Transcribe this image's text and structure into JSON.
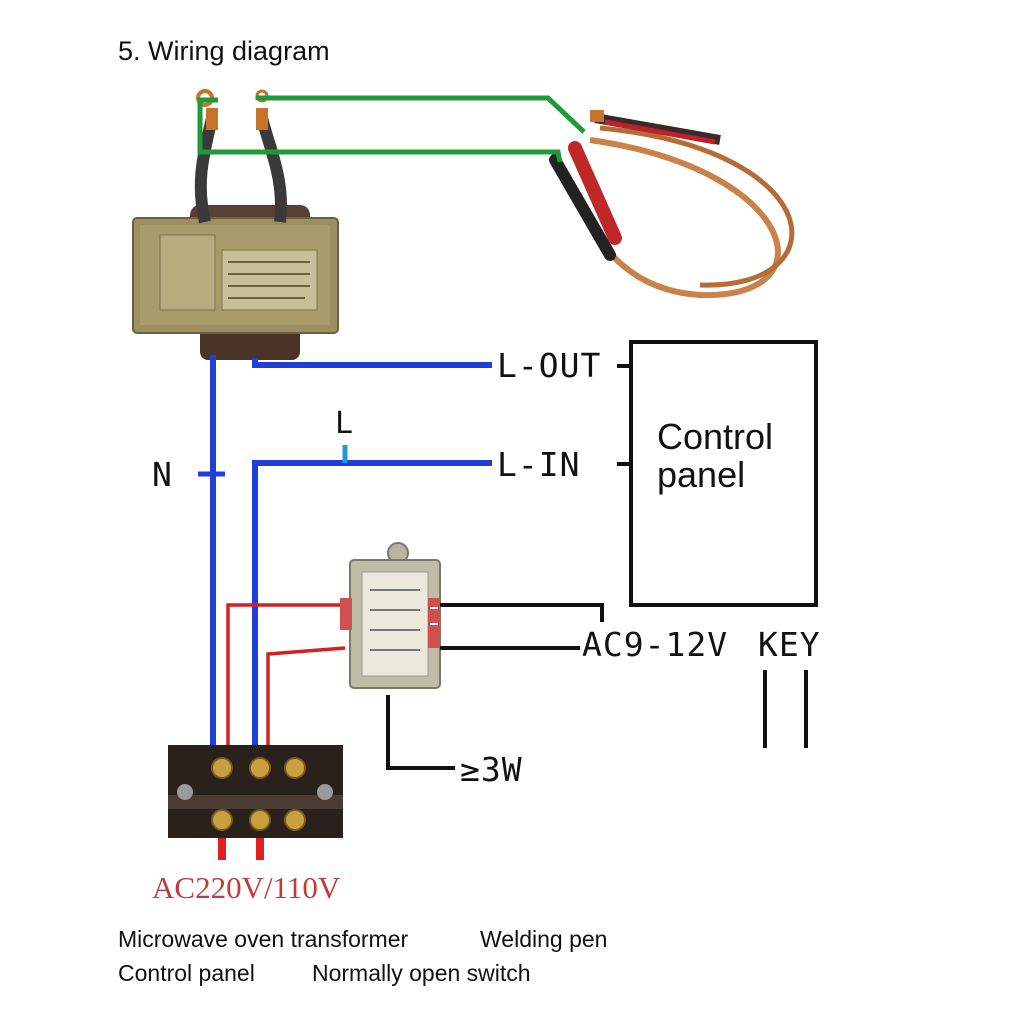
{
  "title": "5.  Wiring diagram",
  "labels": {
    "l_out": "L-OUT",
    "l_in": "L-IN",
    "l": "L",
    "n": "N",
    "control_panel_line1": "Control",
    "control_panel_line2": "panel",
    "ac_low": "AC9-12V",
    "key": "KEY",
    "power_rating": "≥3W",
    "mains": "AC220V/110V"
  },
  "captions": {
    "row1_left": "Microwave oven transformer",
    "row1_right": "Welding pen",
    "row2_left": "Control panel",
    "row2_right": "Normally open switch"
  },
  "colors": {
    "green_wire": "#1f9a3a",
    "blue_wire": "#1f3fd8",
    "red_wire": "#d42020",
    "black_wire": "#111111",
    "mains_label": "#c43a3a"
  },
  "icons": [
    "microwave-transformer-icon",
    "welding-pen-icon",
    "small-transformer-icon",
    "terminal-block-icon"
  ]
}
